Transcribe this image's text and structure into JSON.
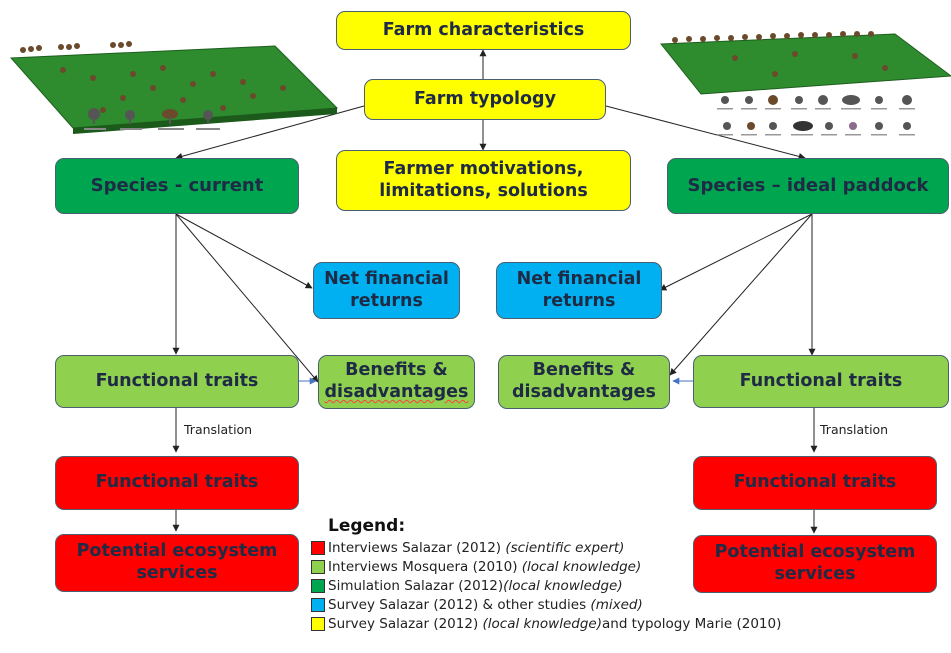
{
  "boxes": {
    "farm_characteristics": "Farm characteristics",
    "farm_typology": "Farm typology",
    "farmer_motivations_line1": "Farmer motivations,",
    "farmer_motivations_line2": "limitations, solutions",
    "species_current": "Species - current",
    "species_ideal": "Species – ideal paddock",
    "net_financial_left_line1": "Net financial",
    "net_financial_left_line2": "returns",
    "net_financial_right_line1": "Net financial",
    "net_financial_right_line2": "returns",
    "benefits_left_line1": "Benefits &",
    "benefits_left_line2": "disadvantages",
    "benefits_right_line1": "Benefits &",
    "benefits_right_line2": "disadvantages",
    "functional_traits_left_green": "Functional traits",
    "functional_traits_right_green": "Functional traits",
    "functional_traits_left_red": "Functional traits",
    "functional_traits_right_red": "Functional traits",
    "ecosystem_left_line1": "Potential ecosystem",
    "ecosystem_left_line2": "services",
    "ecosystem_right_line1": "Potential ecosystem",
    "ecosystem_right_line2": "services"
  },
  "edge_labels": {
    "translation_left": "Translation",
    "translation_right": "Translation"
  },
  "legend": {
    "title": "Legend:",
    "items": [
      {
        "color": "#ff0000",
        "text": "Interviews Salazar (2012) ",
        "italic": "(scientific expert)"
      },
      {
        "color": "#8fd14f",
        "text": "Interviews Mosquera (2010) ",
        "italic": "(local knowledge)"
      },
      {
        "color": "#00a550",
        "text": "Simulation Salazar (2012)",
        "italic": "(local knowledge)"
      },
      {
        "color": "#00b0f0",
        "text": "Survey Salazar (2012) & other studies ",
        "italic": "(mixed)"
      },
      {
        "color": "#ffff00",
        "text": "Survey Salazar (2012) ",
        "italic": "(local knowledge)",
        "suffix": " and typology Marie (2010)"
      }
    ]
  },
  "colors": {
    "yellow": "#ffff00",
    "dark_green": "#00a550",
    "light_green": "#8fd14f",
    "blue": "#00b0f0",
    "red": "#ff0000",
    "field_green": "#2e8b2e"
  }
}
